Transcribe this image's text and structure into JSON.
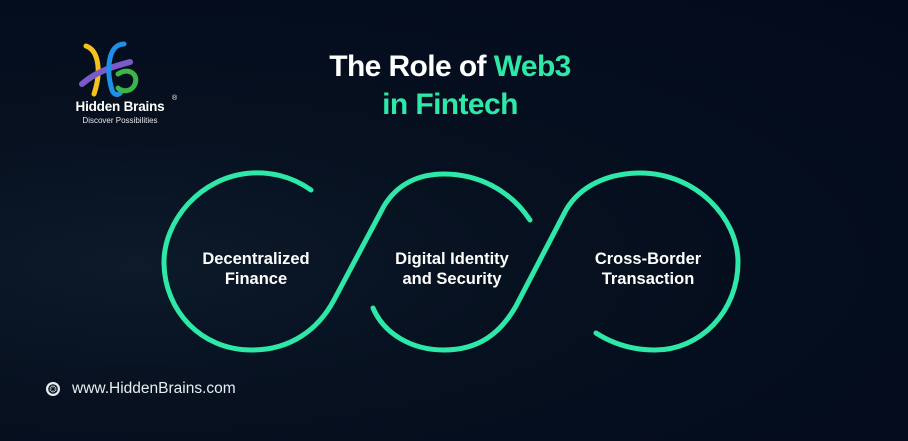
{
  "brand": {
    "name": "Hidden Brains",
    "registered_mark": "®",
    "tagline": "Discover Possibilities",
    "logo_icon": "hb-ribbon-logo-icon",
    "logo_colors": [
      "#f5c21b",
      "#7a5bc9",
      "#1e90e8",
      "#3cb54a"
    ]
  },
  "title": {
    "line1_white": "The Role of ",
    "line1_green": "Web3",
    "line2_green": "in Fintech"
  },
  "diagram": {
    "stroke_color": "#2ee8a8",
    "items": [
      {
        "line1": "Decentralized",
        "line2": "Finance"
      },
      {
        "line1": "Digital Identity",
        "line2": "and Security"
      },
      {
        "line1": "Cross-Border",
        "line2": "Transaction"
      }
    ]
  },
  "footer": {
    "icon": "globe-icon",
    "url": "www.HiddenBrains.com"
  },
  "colors": {
    "background": "#030a1c",
    "accent": "#2ee8a8",
    "text": "#ffffff"
  }
}
